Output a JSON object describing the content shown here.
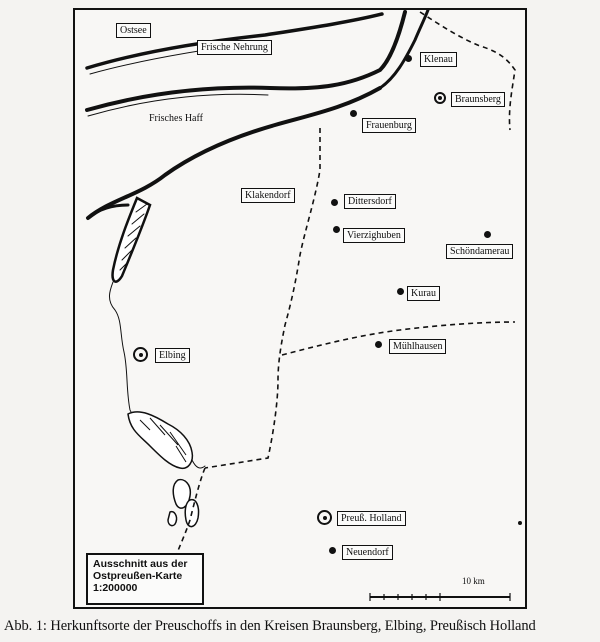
{
  "map": {
    "water_labels": {
      "ostsee": "Ostsee",
      "frische_nehrung": "Frische Nehrung",
      "frisches_haff": "Frisches Haff"
    },
    "places": [
      {
        "name": "Klenau",
        "marker": "dot"
      },
      {
        "name": "Braunsberg",
        "marker": "ring"
      },
      {
        "name": "Frauenburg",
        "marker": "dot"
      },
      {
        "name": "Klakendorf",
        "marker": "dot"
      },
      {
        "name": "Dittersdorf",
        "marker": "dot"
      },
      {
        "name": "Vierzighuben",
        "marker": "dot"
      },
      {
        "name": "Schöndamerau",
        "marker": "dot"
      },
      {
        "name": "Kurau",
        "marker": "dot"
      },
      {
        "name": "Mühlhausen",
        "marker": "dot"
      },
      {
        "name": "Elbing",
        "marker": "ring"
      },
      {
        "name": "Preuß. Holland",
        "marker": "ring"
      },
      {
        "name": "Neuendorf",
        "marker": "dot"
      }
    ],
    "legend": {
      "line1": "Ausschnitt aus der",
      "line2": "Ostpreußen-Karte",
      "line3": "1:200000"
    },
    "scale_label": "10 km"
  },
  "caption": "Abb. 1: Herkunftsorte der Preuschoffs in den Kreisen Braunsberg, Elbing, Preußisch Holland"
}
